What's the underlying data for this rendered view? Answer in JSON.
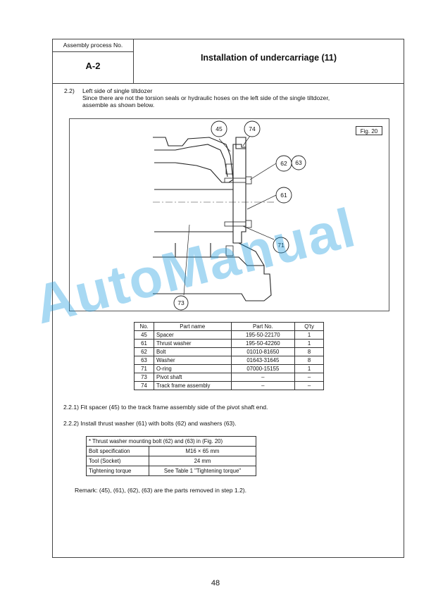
{
  "header": {
    "process_label": "Assembly process No.",
    "process_code": "A-2",
    "title": "Installation of undercarriage (11)"
  },
  "section": {
    "number": "2.2)",
    "heading": "Left side of single tiltdozer",
    "body_line1": "Since there are not the torsion seals or hydraulic hoses on the left side of the single tiltdozer,",
    "body_line2": "assemble as shown below."
  },
  "figure": {
    "label": "Fig. 20",
    "callouts": [
      "45",
      "74",
      "62",
      "63",
      "61",
      "71",
      "73"
    ]
  },
  "parts_table": {
    "headers": [
      "No.",
      "Part name",
      "Part No.",
      "Q'ty"
    ],
    "rows": [
      [
        "45",
        "Spacer",
        "195-50-22170",
        "1"
      ],
      [
        "61",
        "Thrust washer",
        "195-50-42260",
        "1"
      ],
      [
        "62",
        "Bolt",
        "01010-81650",
        "8"
      ],
      [
        "63",
        "Washer",
        "01643-31645",
        "8"
      ],
      [
        "71",
        "O-ring",
        "07000-15155",
        "1"
      ],
      [
        "73",
        "Pivot shaft",
        "–",
        "–"
      ],
      [
        "74",
        "Track frame assembly",
        "–",
        "–"
      ]
    ]
  },
  "steps": {
    "step1": "2.2.1) Fit spacer (45) to the track frame assembly side of the pivot shaft end.",
    "step2": "2.2.2) Install thrust washer (61) with bolts (62) and washers (63)."
  },
  "spec_table": {
    "caption": "*   Thrust washer mounting bolt (62) and (63) in (Fig. 20)",
    "rows": [
      [
        "Bolt specification",
        "M16 × 65 mm"
      ],
      [
        "Tool (Socket)",
        "24 mm"
      ],
      [
        "Tightening torque",
        "See Table 1 \"Tightening torque\""
      ]
    ]
  },
  "remark": "Remark: (45), (61), (62), (63) are the parts removed in step 1.2).",
  "watermark": "AutoManual",
  "page_number": "48"
}
